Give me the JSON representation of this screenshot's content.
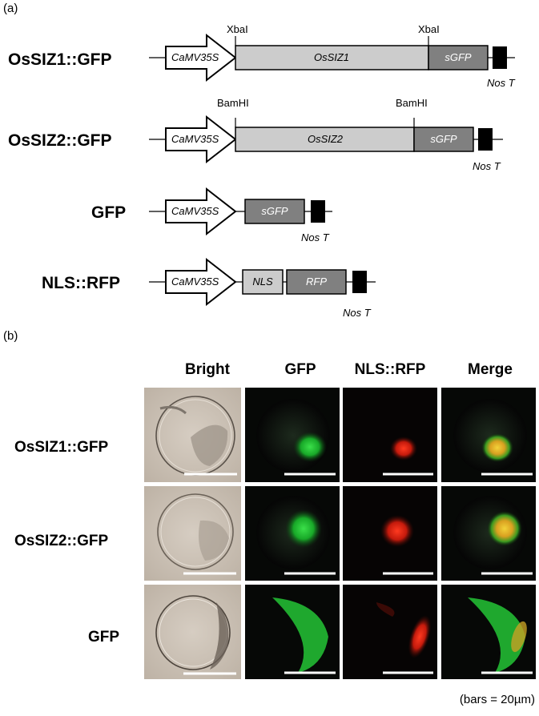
{
  "panel_a": {
    "label": "(a)",
    "constructs": [
      {
        "name": "OsSIZ1::GFP",
        "promoter": "CaMV35S",
        "elements": [
          "OsSIZ1",
          "sGFP"
        ],
        "terminator": "Nos T",
        "sites": [
          "XbaI",
          "XbaI"
        ]
      },
      {
        "name": "OsSIZ2::GFP",
        "promoter": "CaMV35S",
        "elements": [
          "OsSIZ2",
          "sGFP"
        ],
        "terminator": "Nos T",
        "sites": [
          "BamHI",
          "BamHI"
        ]
      },
      {
        "name": "GFP",
        "promoter": "CaMV35S",
        "elements": [
          "sGFP"
        ],
        "terminator": "Nos T",
        "sites": []
      },
      {
        "name": "NLS::RFP",
        "promoter": "CaMV35S",
        "elements": [
          "NLS",
          "RFP"
        ],
        "terminator": "Nos T",
        "sites": []
      }
    ]
  },
  "panel_b": {
    "label": "(b)",
    "columns": [
      "Bright",
      "GFP",
      "NLS::RFP",
      "Merge"
    ],
    "rows": [
      "OsSIZ1::GFP",
      "OsSIZ2::GFP",
      "GFP"
    ],
    "scale_note": "(bars = 20µm)"
  },
  "colors": {
    "promoter_fill": "#ffffff",
    "gene_fill": "#cccccc",
    "gfp_fill": "#808080",
    "nls_fill": "#cccccc",
    "terminator_fill": "#000000",
    "bright_bg": "#c9bfb3",
    "gfp_signal": "#22cc33",
    "rfp_signal": "#dd2211",
    "merge_signal": "#ddaa22"
  }
}
